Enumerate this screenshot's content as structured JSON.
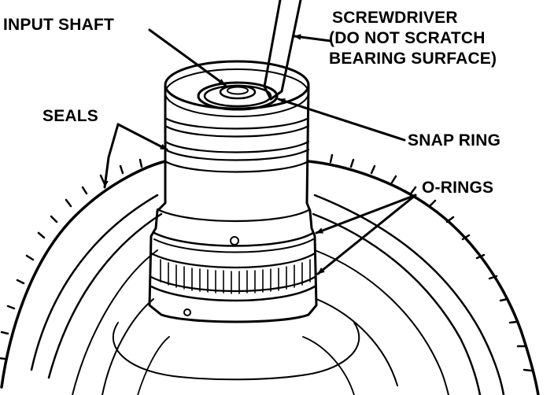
{
  "labels": {
    "input_shaft": "INPUT SHAFT",
    "screwdriver": {
      "line1": "SCREWDRIVER",
      "line2": "(DO NOT SCRATCH",
      "line3": "BEARING SURFACE)"
    },
    "seals": "SEALS",
    "snap_ring": "SNAP RING",
    "o_rings": "O-RINGS"
  },
  "colors": {
    "ink": "#000000",
    "paper": "#ffffff"
  }
}
